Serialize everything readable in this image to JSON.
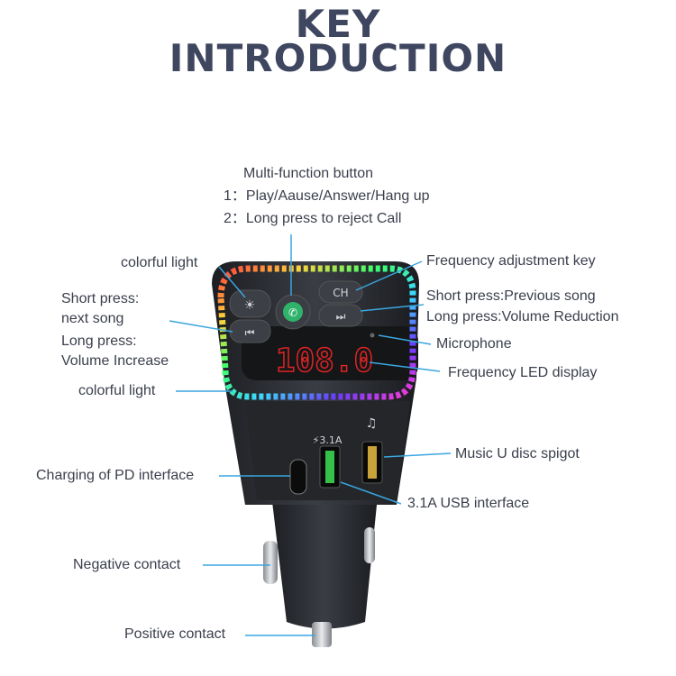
{
  "title": {
    "line1": "KEY",
    "line2": "INTRODUCTION"
  },
  "multi_function": {
    "heading": "Multi-function button",
    "line1": "1：Play/Aause/Answer/Hang up",
    "line2": "2：Long press to reject Call"
  },
  "labels": {
    "colorful_light_top": "colorful light",
    "short_press_next_1": "Short press:",
    "short_press_next_2": "next song",
    "long_press_vol_inc_1": "Long press:",
    "long_press_vol_inc_2": "Volume Increase",
    "colorful_light_side": "colorful light",
    "frequency_adjustment_key": "Frequency adjustment key",
    "short_press_prev": "Short press:Previous song",
    "long_press_vol_red": "Long press:Volume Reduction",
    "microphone": "Microphone",
    "frequency_led_display": "Frequency LED display",
    "music_u_disc": "Music U disc spigot",
    "pd_charging": "Charging of PD interface",
    "usb_31a": "3.1A USB interface",
    "negative_contact": "Negative contact",
    "positive_contact": "Positive contact"
  },
  "device": {
    "led_readout": "108.0",
    "port_label_usb": "⚡3.1A",
    "port_label_music": "♫",
    "ch_key": "CH"
  },
  "colors": {
    "accent_line": "#3aa6e0",
    "led": "#e02424",
    "body": "#2b2e33",
    "play_button": "#2fb36b"
  }
}
